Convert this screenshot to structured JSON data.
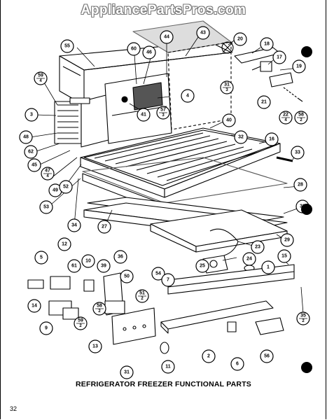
{
  "watermark": "AppliancePartsPros.com",
  "caption": "REFRIGERATOR FREEZER FUNCTIONAL PARTS",
  "page_number": "32",
  "callouts": [
    {
      "id": "c20",
      "label": "20"
    },
    {
      "id": "c18",
      "label": "18"
    },
    {
      "id": "c17",
      "label": "17"
    },
    {
      "id": "c19",
      "label": "19"
    },
    {
      "id": "c43",
      "label": "43"
    },
    {
      "id": "c44",
      "label": "44"
    },
    {
      "id": "c46",
      "label": "46"
    },
    {
      "id": "c60",
      "label": "60"
    },
    {
      "id": "c55",
      "label": "55"
    },
    {
      "id": "c59a",
      "label": "59",
      "sub": "4"
    },
    {
      "id": "c3",
      "label": "3"
    },
    {
      "id": "c48",
      "label": "48"
    },
    {
      "id": "c62",
      "label": "62"
    },
    {
      "id": "c45",
      "label": "45"
    },
    {
      "id": "c47",
      "label": "47",
      "sub": "4"
    },
    {
      "id": "c49",
      "label": "49"
    },
    {
      "id": "c52",
      "label": "52"
    },
    {
      "id": "c53",
      "label": "53"
    },
    {
      "id": "c41",
      "label": "41"
    },
    {
      "id": "c57",
      "label": "57",
      "sub": "3"
    },
    {
      "id": "c4",
      "label": "4"
    },
    {
      "id": "c31a",
      "label": "31",
      "sub": "3"
    },
    {
      "id": "c21",
      "label": "21"
    },
    {
      "id": "c22",
      "label": "22",
      "sub": "4"
    },
    {
      "id": "c58a",
      "label": "58",
      "sub": "2"
    },
    {
      "id": "c40",
      "label": "40"
    },
    {
      "id": "c32",
      "label": "32"
    },
    {
      "id": "c16",
      "label": "16"
    },
    {
      "id": "c33",
      "label": "33"
    },
    {
      "id": "c28",
      "label": "28"
    },
    {
      "id": "c30",
      "label": "30"
    },
    {
      "id": "c34",
      "label": "34"
    },
    {
      "id": "c27",
      "label": "27"
    },
    {
      "id": "c29",
      "label": "29"
    },
    {
      "id": "c23",
      "label": "23"
    },
    {
      "id": "c25",
      "label": "25"
    },
    {
      "id": "c24",
      "label": "24"
    },
    {
      "id": "c1",
      "label": "1"
    },
    {
      "id": "c15",
      "label": "15"
    },
    {
      "id": "c54",
      "label": "54"
    },
    {
      "id": "c7",
      "label": "7"
    },
    {
      "id": "c5",
      "label": "5"
    },
    {
      "id": "c12",
      "label": "12"
    },
    {
      "id": "c61",
      "label": "61"
    },
    {
      "id": "c10",
      "label": "10"
    },
    {
      "id": "c39",
      "label": "39"
    },
    {
      "id": "c36",
      "label": "36"
    },
    {
      "id": "c50",
      "label": "50"
    },
    {
      "id": "c51",
      "label": "51",
      "sub": "2"
    },
    {
      "id": "c14",
      "label": "14"
    },
    {
      "id": "c58b",
      "label": "58",
      "sub": "2"
    },
    {
      "id": "c59b",
      "label": "59",
      "sub": "2"
    },
    {
      "id": "c9",
      "label": "9"
    },
    {
      "id": "c13",
      "label": "13"
    },
    {
      "id": "c31b",
      "label": "31"
    },
    {
      "id": "c11",
      "label": "11"
    },
    {
      "id": "c2",
      "label": "2"
    },
    {
      "id": "c6",
      "label": "6"
    },
    {
      "id": "c56",
      "label": "56"
    },
    {
      "id": "c35",
      "label": "35",
      "sub": "2"
    }
  ]
}
